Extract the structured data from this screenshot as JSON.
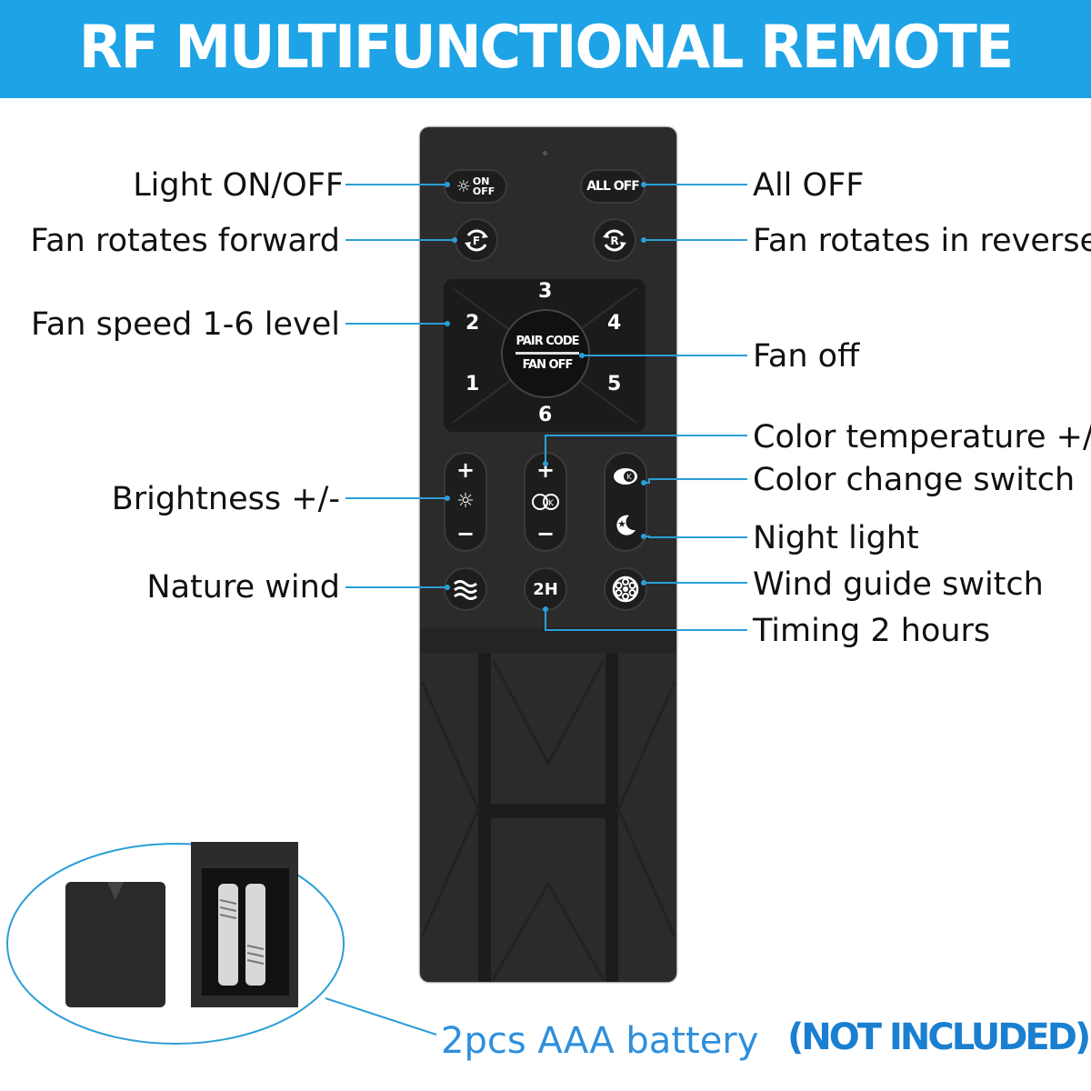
{
  "banner": {
    "title": "RF MULTIFUNCTIONAL REMOTE CONTROL"
  },
  "labels": {
    "light_on_off": "Light ON/OFF",
    "all_off": "All OFF",
    "fan_forward": "Fan rotates forward",
    "fan_reverse": "Fan rotates in reverse",
    "fan_speed": "Fan speed 1-6 level",
    "fan_off": "Fan off",
    "color_temp": "Color temperature +/-",
    "color_change": "Color change switch",
    "brightness": "Brightness +/-",
    "night_light": "Night light",
    "nature_wind": "Nature wind",
    "wind_guide": "Wind guide switch",
    "timing": "Timing 2 hours"
  },
  "remote": {
    "on_off_top": "ON",
    "on_off_bottom": "OFF",
    "all_off_btn": "ALL OFF",
    "speeds": [
      "1",
      "2",
      "3",
      "4",
      "5",
      "6"
    ],
    "pair_code": "PAIR CODE",
    "fan_off_btn": "FAN OFF",
    "timer_btn": "2H",
    "plus": "+",
    "minus": "−"
  },
  "battery": {
    "text": "2pcs AAA battery",
    "note": "(NOT INCLUDED)"
  },
  "colors": {
    "accent": "#1ea3e6",
    "line": "#2a9fd8",
    "remote_body": "#2b2b2b"
  }
}
